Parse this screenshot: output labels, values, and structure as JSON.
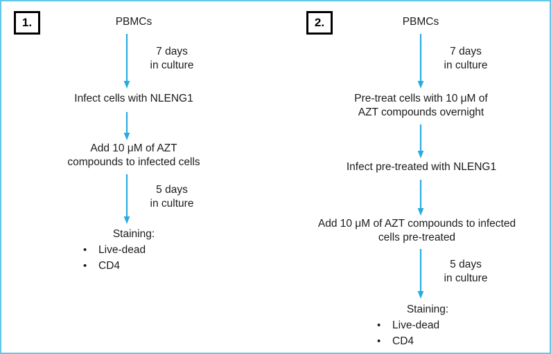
{
  "figure": {
    "border_color": "#62c8e8",
    "arrow_color": "#29abe2",
    "text_color": "#1a1a1a",
    "type": "flowchart",
    "panels": [
      {
        "number_label": "1.",
        "nodes": [
          {
            "name": "pbmcs",
            "text": "PBMCs"
          },
          {
            "name": "infect-cells",
            "text": "Infect cells with NLENG1"
          },
          {
            "name": "add-azt",
            "text": "Add 10 μM of AZT\ncompounds to infected cells"
          }
        ],
        "arrow_labels": [
          {
            "name": "seven-days",
            "text": "7 days\nin culture"
          },
          {
            "name": "five-days",
            "text": "5 days\nin culture"
          }
        ],
        "staining": {
          "title": "Staining:",
          "bullet_glyph": "•",
          "items": [
            "Live-dead",
            "CD4"
          ]
        }
      },
      {
        "number_label": "2.",
        "nodes": [
          {
            "name": "pbmcs",
            "text": "PBMCs"
          },
          {
            "name": "pre-treat-cells",
            "text": "Pre-treat cells with 10 μM of\nAZT compounds overnight"
          },
          {
            "name": "infect-pre-treated",
            "text": "Infect pre-treated with NLENG1"
          },
          {
            "name": "add-azt-pre-treated",
            "text": "Add 10 μM of AZT compounds to infected\ncells pre-treated"
          }
        ],
        "arrow_labels": [
          {
            "name": "seven-days",
            "text": "7 days\nin culture"
          },
          {
            "name": "five-days",
            "text": "5 days\nin culture"
          }
        ],
        "staining": {
          "title": "Staining:",
          "bullet_glyph": "•",
          "items": [
            "Live-dead",
            "CD4"
          ]
        }
      }
    ]
  }
}
